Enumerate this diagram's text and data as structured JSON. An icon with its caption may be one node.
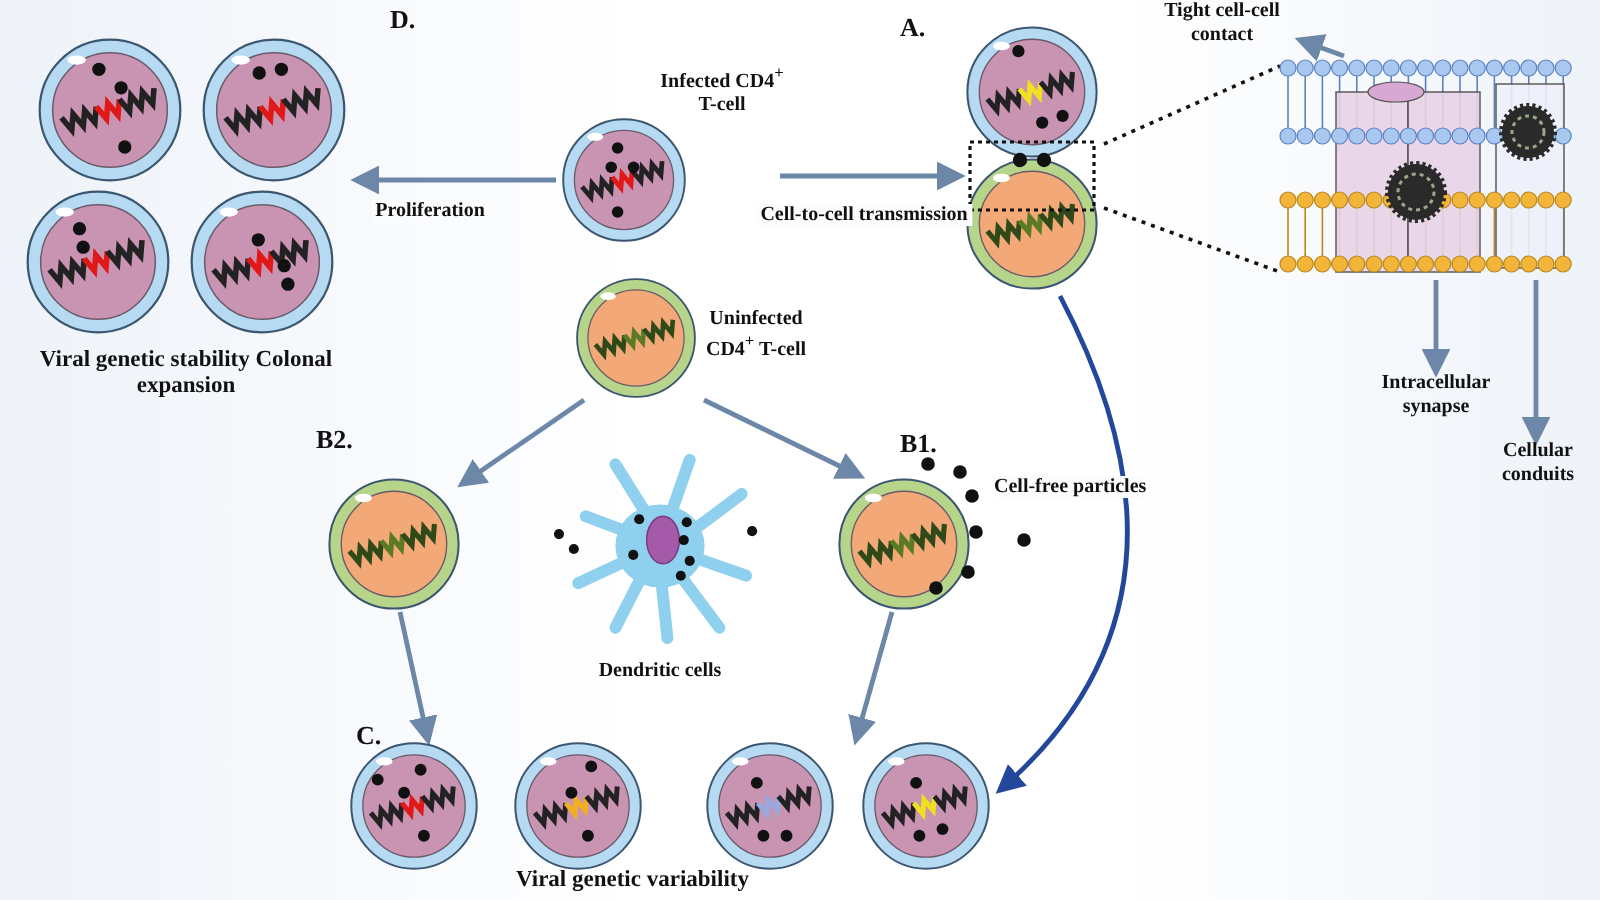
{
  "diagram": {
    "nodes": [
      {
        "text": [
          "Infected CD4$^{+}$ T-cell"
        ]
      },
      {
        "text": [
          "Uninfected CD4$^{+}$ T-cell"
        ]
      },
      {
        "text": [
          "Viral genetic stability Colonal expansion"
        ]
      },
      {
        "text": [],
        "shape": "picture"
      },
      {
        "text": [],
        "shape": "picture"
      },
      {
        "text": [
          "Tight cell-cell contact"
        ]
      },
      {
        "text": [
          "Intracellular synapse"
        ]
      },
      {
        "text": [
          "Cellular conduits"
        ]
      },
      {
        "text": [],
        "shape": "circle"
      },
      {
        "text": [
          "Dendritic cells"
        ]
      },
      {
        "text": [],
        "shape": "circle",
        "beside": [
          "Cell-free particles"
        ]
      },
      {
        "text": [],
        "shape": "picture"
      },
      {
        "text": [],
        "shape": "picture"
      }
    ],
    "edges": [
      {
        "from": 0,
        "to": 2,
        "arrow": "to",
        "label": "Proliferation"
      },
      {
        "from": 0,
        "to": 3,
        "arrow": "to",
        "label": "Cell-to-cell transmission"
      },
      {
        "from": 3,
        "to": 4,
        "arrow": "none",
        "style": "dashed",
        "color": "#111111"
      },
      {
        "from": 3,
        "to": 4,
        "arrow": "none",
        "style": "dashed",
        "color": "#111111"
      },
      {
        "from": 4,
        "to": 5,
        "arrow": "to"
      },
      {
        "from": 4,
        "to": 6,
        "arrow": "to"
      },
      {
        "from": 4,
        "to": 7,
        "arrow": "to"
      },
      {
        "from": 1,
        "to": 8,
        "arrow": "to"
      },
      {
        "from": 1,
        "to": 10,
        "arrow": "to"
      },
      {
        "from": 8,
        "to": 11,
        "arrow": "to"
      },
      {
        "from": 10,
        "to": 12,
        "arrow": "to"
      },
      {
        "from": 3,
        "to": 12,
        "arrow": "to",
        "color": "#23479a"
      }
    ],
    "labels": [
      "D.",
      "A.",
      "B2.",
      "B1.",
      "C.",
      "Viral genetic variability"
    ]
  }
}
